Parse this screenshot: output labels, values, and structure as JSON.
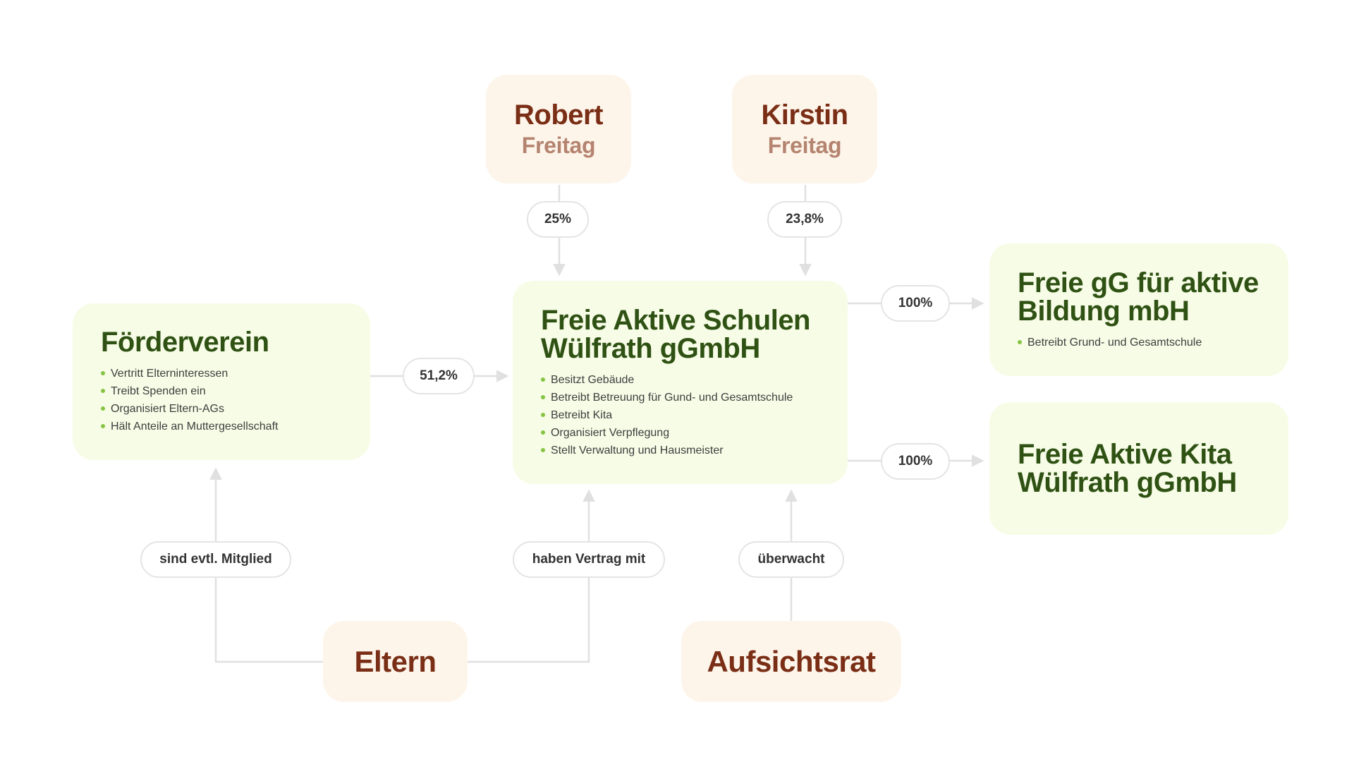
{
  "people": {
    "robert": {
      "first": "Robert",
      "last": "Freitag"
    },
    "kirstin": {
      "first": "Kirstin",
      "last": "Freitag"
    }
  },
  "groups": {
    "eltern": "Eltern",
    "aufsichtsrat": "Aufsichtsrat"
  },
  "organizations": {
    "foerderverein": {
      "title": "Förderverein",
      "items": [
        "Vertritt Elterninteressen",
        "Treibt Spenden ein",
        "Organisiert Eltern-AGs",
        "Hält Anteile an Muttergesellschaft"
      ]
    },
    "schulen": {
      "title_line1": "Freie Aktive Schulen",
      "title_line2": "Wülfrath gGmbH",
      "items": [
        "Besitzt Gebäude",
        "Betreibt Betreuung für Gund- und Gesamtschule",
        "Betreibt Kita",
        "Organisiert Verpflegung",
        "Stellt Verwaltung und Hausmeister"
      ]
    },
    "bildung": {
      "title_line1": "Freie gG für aktive",
      "title_line2": "Bildung mbH",
      "items": [
        "Betreibt Grund- und Gesamtschule"
      ]
    },
    "kita": {
      "title_line1": "Freie Aktive Kita",
      "title_line2": "Wülfrath gGmbH"
    }
  },
  "edges": {
    "robert_share": "25%",
    "kirstin_share": "23,8%",
    "foerderverein_share": "51,2%",
    "bildung_share": "100%",
    "kita_share": "100%",
    "mitglied": "sind evtl. Mitglied",
    "vertrag": "haben Vertrag mit",
    "ueberwacht": "überwacht"
  },
  "colors": {
    "person_bg": "#fdf5ea",
    "person_text": "#7a2e16",
    "person_subtext": "#b58470",
    "org_bg": "#f7fce6",
    "org_text": "#2f5214",
    "bullet": "#86c443",
    "connector": "#e0e0e0"
  }
}
